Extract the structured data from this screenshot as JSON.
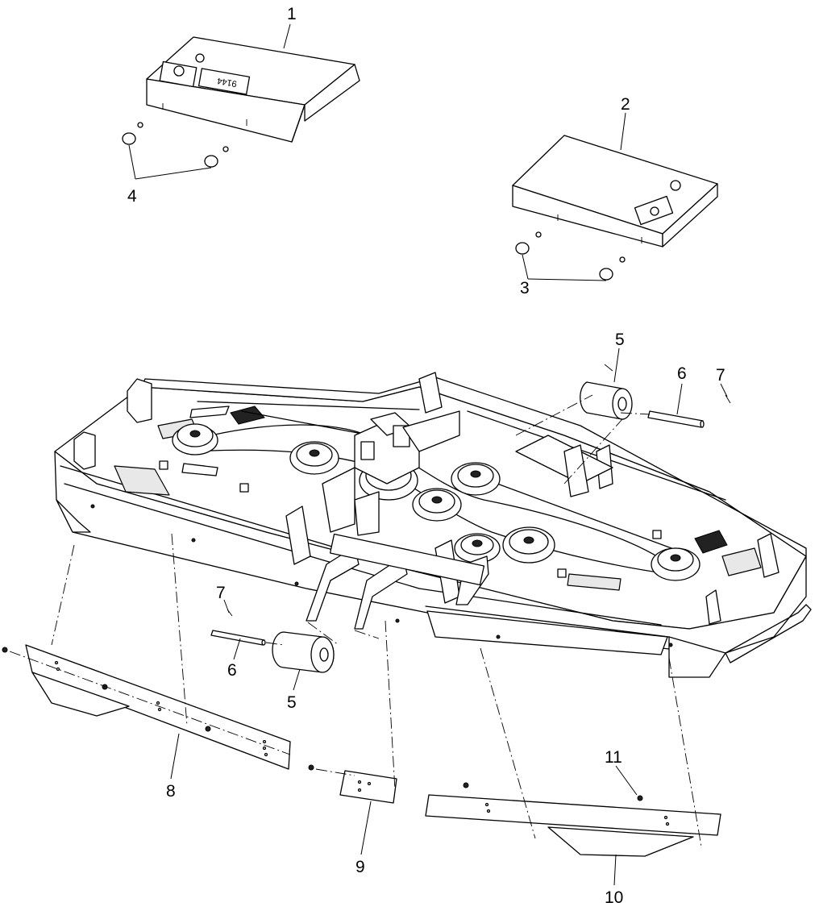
{
  "callouts": {
    "c1": "1",
    "c2": "2",
    "c3": "3",
    "c4": "4",
    "c5a": "5",
    "c5b": "5",
    "c6a": "6",
    "c6b": "6",
    "c7a": "7",
    "c7b": "7",
    "c8": "8",
    "c9": "9",
    "c10": "10",
    "c11": "11"
  },
  "decal": {
    "cover_1_text": "9144"
  }
}
